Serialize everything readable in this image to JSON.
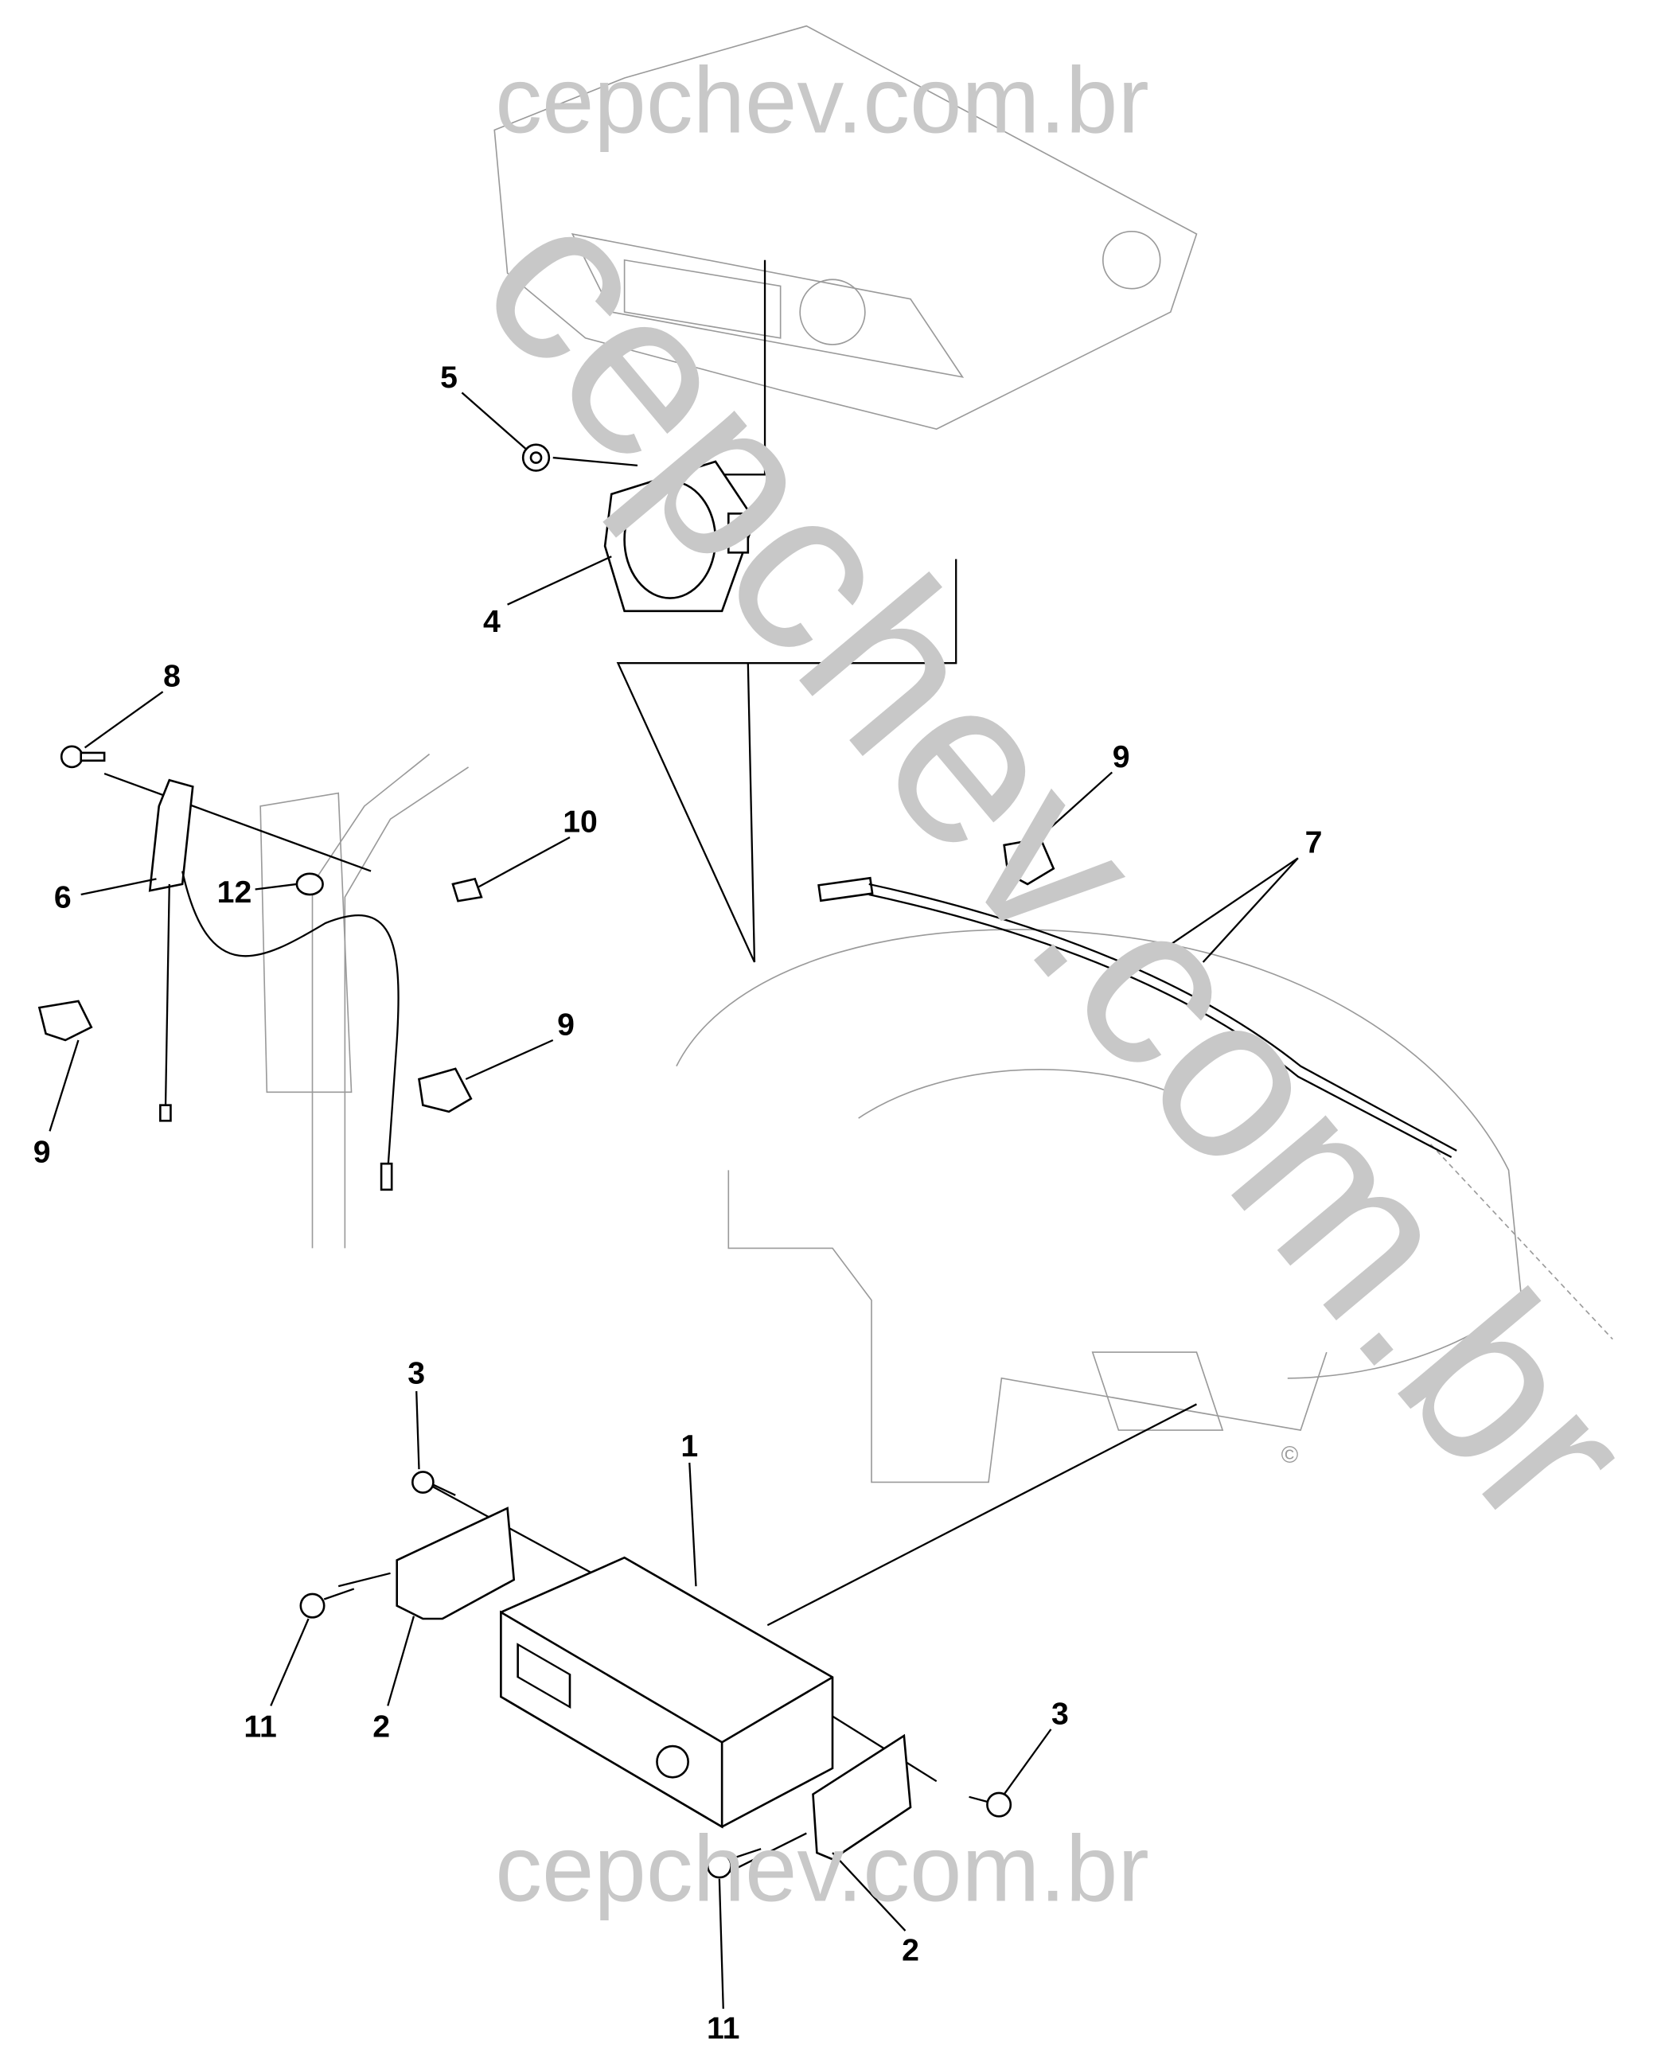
{
  "watermark": {
    "top": "cepchev.com.br",
    "diagonal": "cepchev.com.br",
    "bottom": "cepchev.com.br"
  },
  "callouts": [
    {
      "id": "1",
      "part": "radio"
    },
    {
      "id": "2",
      "part": "bracket-left"
    },
    {
      "id": "2",
      "part": "bracket-right"
    },
    {
      "id": "3",
      "part": "screw-upper"
    },
    {
      "id": "3",
      "part": "screw-right"
    },
    {
      "id": "4",
      "part": "speaker"
    },
    {
      "id": "5",
      "part": "speaker-nut"
    },
    {
      "id": "6",
      "part": "antenna"
    },
    {
      "id": "7",
      "part": "antenna-cable"
    },
    {
      "id": "8",
      "part": "antenna-bolt"
    },
    {
      "id": "9",
      "part": "clip-right"
    },
    {
      "id": "9",
      "part": "clip-middle"
    },
    {
      "id": "9",
      "part": "clip-left"
    },
    {
      "id": "10",
      "part": "grommet"
    },
    {
      "id": "11",
      "part": "bolt-left"
    },
    {
      "id": "11",
      "part": "bolt-bottom"
    },
    {
      "id": "12",
      "part": "plug"
    }
  ],
  "copyright_mark": "©"
}
